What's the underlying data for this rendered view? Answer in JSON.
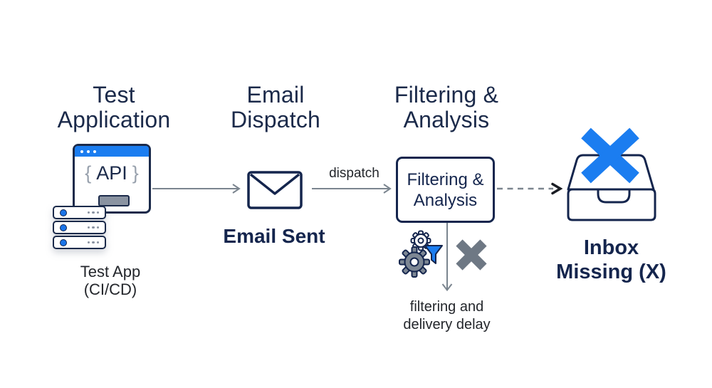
{
  "diagram_title_implicit": "Email dispatch and filtering flow",
  "colors": {
    "navy": "#1b2a4a",
    "navy_dark": "#14254d",
    "accent_blue": "#1b7df0",
    "arrow_gray": "#7b858f",
    "fail_x_gray": "#6e7884",
    "ui_gray": "#8a93a1",
    "label_dark": "#23262b",
    "background": "#ffffff"
  },
  "stages": {
    "stage1_title": "Test\nApplication",
    "stage2_title": "Email\nDispatch",
    "stage3_title": "Filtering &\nAnalysis"
  },
  "browser": {
    "brace_open": "{",
    "api_label": "API",
    "brace_close": "}"
  },
  "labels": {
    "test_app_caption": "Test App\n(CI/CD)",
    "email_sent": "Email Sent",
    "dispatch_arrow": "dispatch",
    "filter_box": "Filtering &\nAnalysis",
    "delay_caption": "filtering and\ndelivery delay",
    "inbox_caption": "Inbox\nMissing (X)"
  },
  "icons": {
    "browser": "browser-window-icon",
    "servers": "server-stack-icon",
    "envelope": "envelope-icon",
    "gears_filter": "gears-filter-icon",
    "fail_x": "fail-x-icon",
    "inbox": "inbox-icon",
    "blue_x": "blue-x-icon"
  }
}
